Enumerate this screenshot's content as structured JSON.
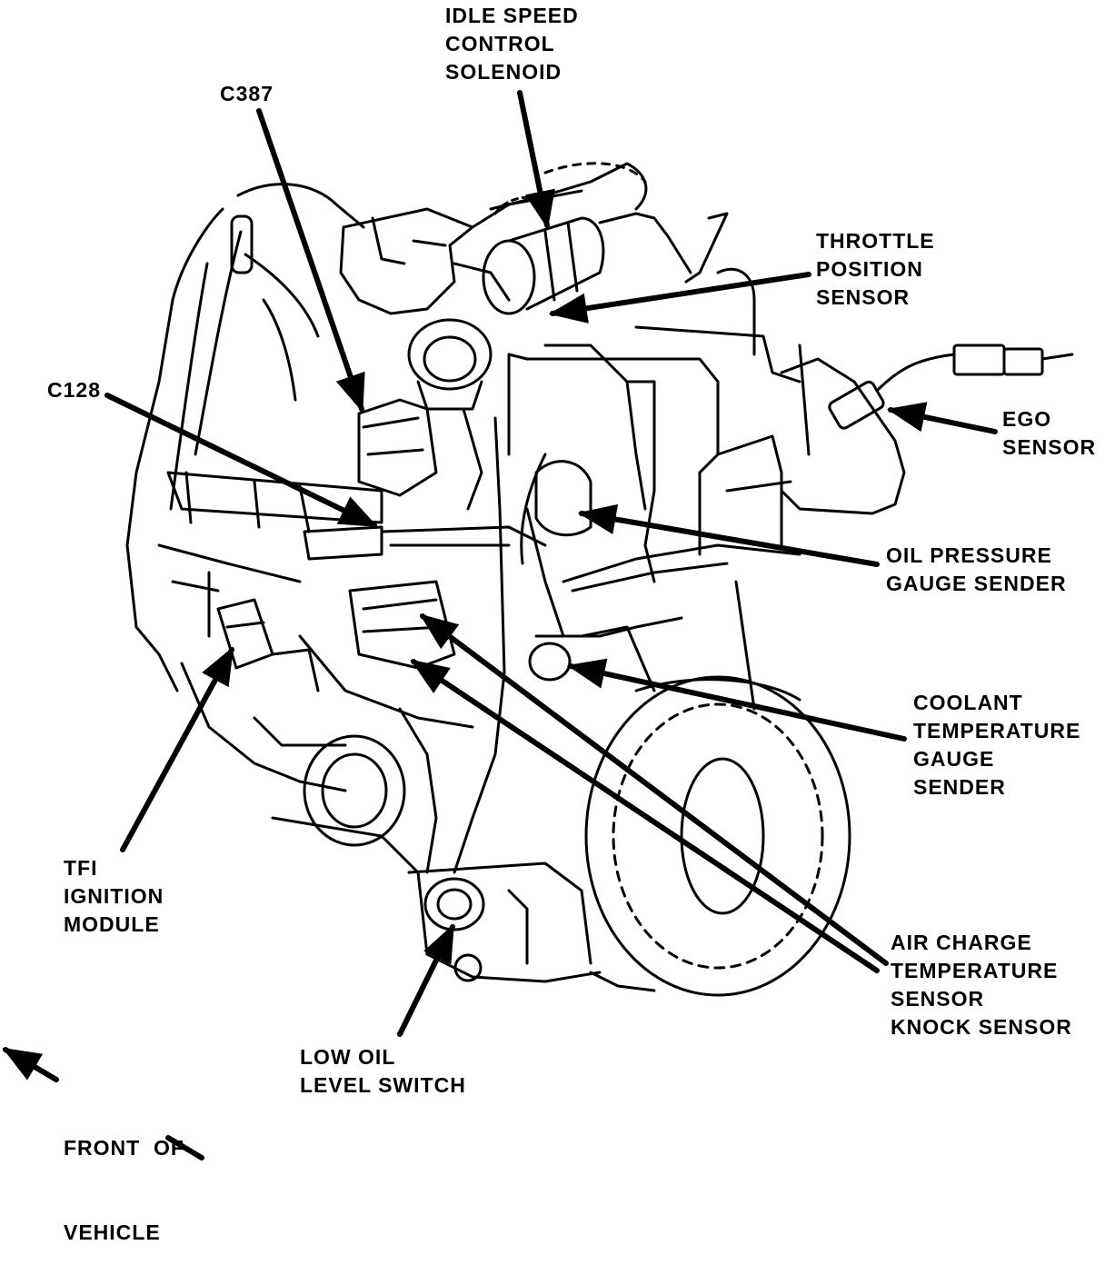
{
  "colors": {
    "ink": "#000000",
    "paper": "#ffffff"
  },
  "labels": {
    "idle_speed": [
      "IDLE SPEED",
      "CONTROL",
      "SOLENOID"
    ],
    "c387": [
      "C387"
    ],
    "throttle_position": [
      "THROTTLE",
      "POSITION",
      "SENSOR"
    ],
    "c128": [
      "C128"
    ],
    "ego": [
      "EGO",
      "SENSOR"
    ],
    "oil_pressure": [
      "OIL PRESSURE",
      "GAUGE SENDER"
    ],
    "coolant": [
      "COOLANT",
      "TEMPERATURE",
      "GAUGE",
      "SENDER"
    ],
    "tfi": [
      "TFI",
      "IGNITION",
      "MODULE"
    ],
    "air_charge": [
      "AIR CHARGE",
      "TEMPERATURE",
      "SENSOR",
      "KNOCK SENSOR"
    ],
    "low_oil": [
      "LOW OIL",
      "LEVEL SWITCH"
    ],
    "front": [
      "FRONT  OF",
      "VEHICLE"
    ]
  }
}
